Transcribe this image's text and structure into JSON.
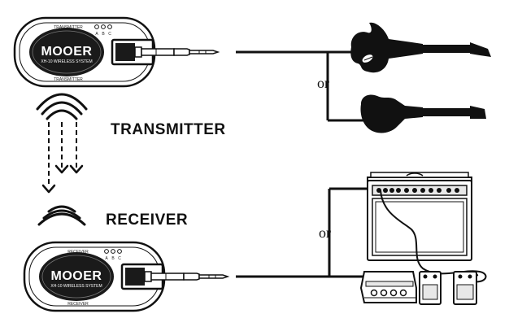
{
  "labels": {
    "transmitter": "TRANSMITTER",
    "receiver": "RECEIVER",
    "or_top": "or",
    "or_bottom": "or"
  },
  "transmitter_unit": {
    "brand": "MOOER",
    "model": "XH-10 WIRELESS SYSTEM",
    "top_text": "TRANSMITTER",
    "bottom_text": "TRANSMITTER",
    "indicators": [
      "A",
      "B",
      "C"
    ]
  },
  "receiver_unit": {
    "brand": "MOOER",
    "model": "XH-10 WIRELESS SYSTEM",
    "top_text": "RECEIVER",
    "bottom_text": "RECEIVER",
    "indicators": [
      "A",
      "B",
      "C"
    ]
  },
  "colors": {
    "line": "#111111",
    "device_body": "#ffffff",
    "device_face": "#1a1a1a"
  }
}
